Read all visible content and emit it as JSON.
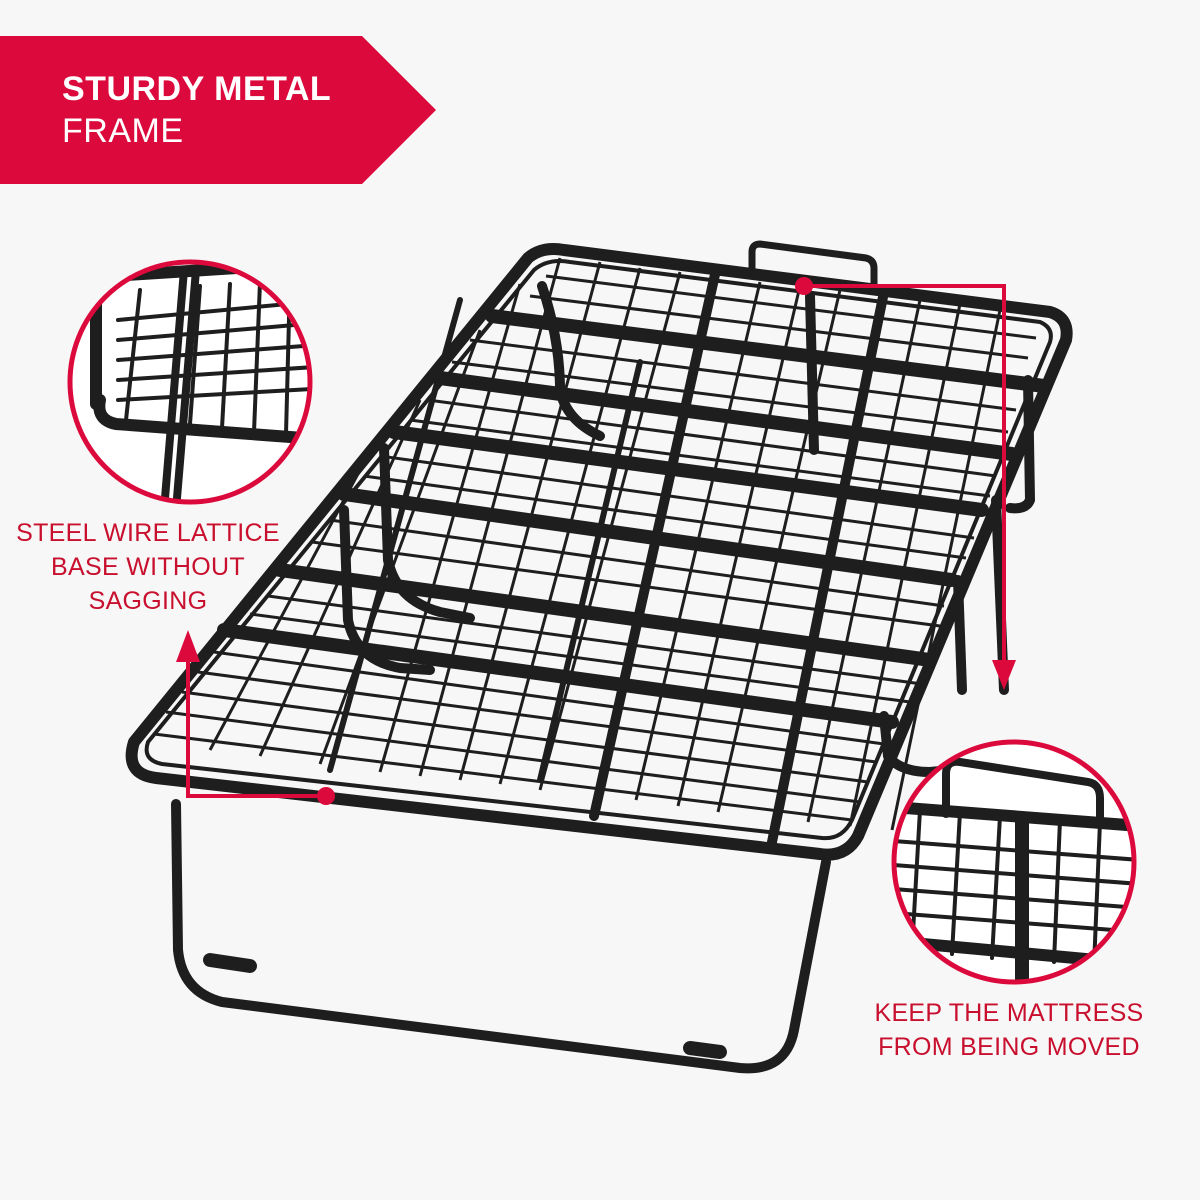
{
  "banner": {
    "title": "STURDY METAL",
    "subtitle": "FRAME",
    "color": "#dc0a3c"
  },
  "callouts": {
    "lattice": [
      "STEEL WIRE LATTICE",
      "BASE WITHOUT",
      "SAGGING"
    ],
    "retainer": [
      "KEEP THE MATTRESS",
      "FROM BEING MOVED"
    ]
  },
  "colors": {
    "accent": "#c8102e",
    "frame": "#1e1e1e",
    "background": "#f7f7f7"
  },
  "icons": [
    "arrow-up-icon",
    "arrow-down-icon"
  ]
}
